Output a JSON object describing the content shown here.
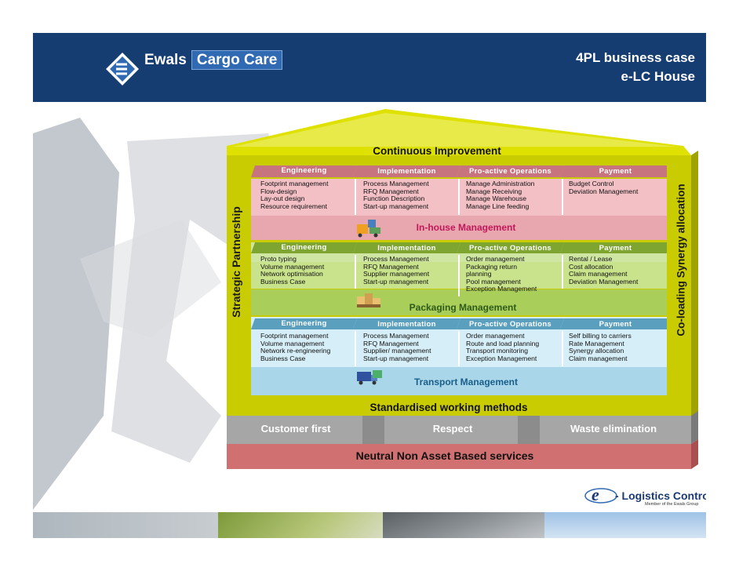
{
  "header": {
    "brand_left": "Ewals",
    "brand_right": "Cargo Care",
    "title_line1": "4PL business case",
    "title_line2": "e-LC House"
  },
  "house": {
    "roof_title": "Continuous Improvement",
    "side_left": "Strategic Partnership",
    "side_right": "Co-loading Synergy allocation",
    "columns": [
      "Engineering",
      "Implementation",
      "Pro-active Operations",
      "Payment"
    ],
    "bands": [
      {
        "name": "In-house Management",
        "cells": [
          "Footprint management\nFlow-design\nLay-out design\nResource requirement",
          "Process Management\nRFQ Management\nFunction Description\nStart-up management",
          "Manage Administration\nManage Receiving\nManage Warehouse\nManage Line feeding",
          "Budget Control\nDeviation Management"
        ]
      },
      {
        "name": "Packaging Management",
        "cells": [
          "Proto typing\nVolume management\nNetwork optimisation\nBusiness Case",
          "Process Management\nRFQ Management\nSupplier management\nStart-up management",
          "Order management\nPackaging return\nplanning\nPool management\nException Management",
          "Rental / Lease\nCost allocation\nClaim management\nDeviation Management"
        ]
      },
      {
        "name": "Transport Management",
        "cells": [
          "Footprint management\nVolume management\nNetwork re-engineering\nBusiness Case",
          "Process Management\nRFQ Management\nSupplier/ management\nStart-up management",
          "Order management\nRoute and load planning\nTransport monitoring\nException Management",
          "Self billing to carriers\nRate Management\nSynergy allocation\nClaim management"
        ]
      }
    ],
    "base_title": "Standardised working methods",
    "pillars": [
      "Customer first",
      "Respect",
      "Waste elimination"
    ],
    "foundation": "Neutral Non Asset Based services"
  },
  "footer": {
    "logo_text": "- Logistics Control",
    "logo_sub": "Member of the Ewals Group"
  },
  "colors": {
    "header": "#163d71",
    "house_frame": "#c9cc00",
    "inhouse_fill": "#f7c6cc",
    "inhouse_head": "#c8747e",
    "packaging_fill": "#cfe6a2",
    "packaging_head": "#7fa531",
    "transport_fill": "#c9e7f3",
    "transport_head": "#5b9fbf",
    "pillar_grey": "#a6a6a6",
    "foundation": "#d07070"
  }
}
